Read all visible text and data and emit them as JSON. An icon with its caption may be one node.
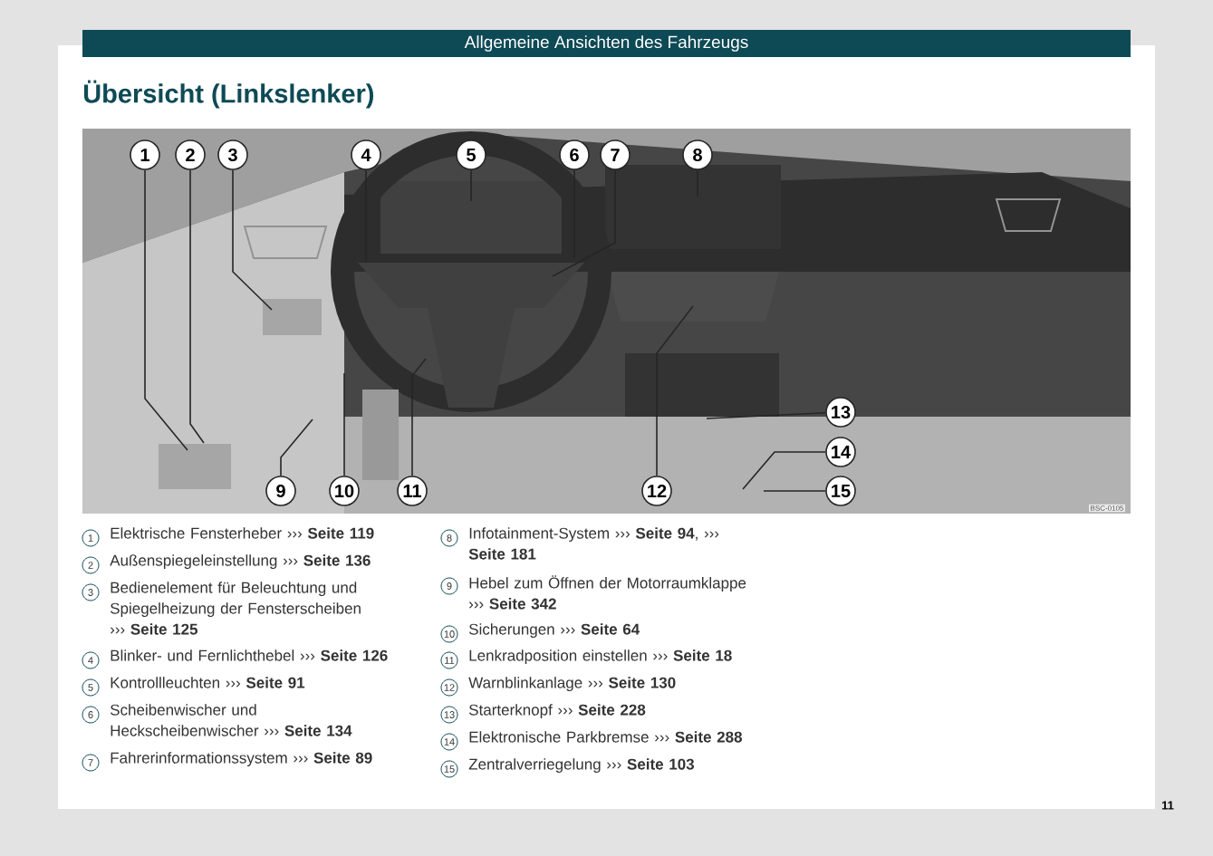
{
  "diagram": {
    "title": "Übersicht (Linkslenker)",
    "nodes": [
      {
        "text": [
          "1"
        ]
      },
      {
        "text": [
          "2"
        ]
      },
      {
        "text": [
          "3"
        ]
      },
      {
        "text": [
          "4"
        ]
      },
      {
        "text": [
          "5"
        ]
      },
      {
        "text": [
          "6"
        ]
      },
      {
        "text": [
          "7"
        ]
      },
      {
        "text": [
          "8"
        ]
      },
      {
        "text": [
          "9"
        ]
      },
      {
        "text": [
          "10"
        ]
      },
      {
        "text": [
          "11"
        ]
      },
      {
        "text": [
          "12"
        ]
      },
      {
        "text": [
          "13"
        ]
      },
      {
        "text": [
          "14"
        ]
      },
      {
        "text": [
          "15"
        ]
      }
    ],
    "edges": [
      {
        "from": 0,
        "to": null,
        "arrow": "none"
      },
      {
        "from": 1,
        "to": null,
        "arrow": "none"
      },
      {
        "from": 2,
        "to": null,
        "arrow": "none"
      },
      {
        "from": 3,
        "to": null,
        "arrow": "none"
      },
      {
        "from": 4,
        "to": null,
        "arrow": "none"
      },
      {
        "from": 5,
        "to": null,
        "arrow": "none"
      },
      {
        "from": 6,
        "to": null,
        "arrow": "none"
      },
      {
        "from": 7,
        "to": null,
        "arrow": "none"
      },
      {
        "from": 8,
        "to": null,
        "arrow": "none"
      },
      {
        "from": 9,
        "to": null,
        "arrow": "none"
      },
      {
        "from": 10,
        "to": null,
        "arrow": "none"
      },
      {
        "from": 11,
        "to": null,
        "arrow": "none"
      },
      {
        "from": 12,
        "to": null,
        "arrow": "none"
      },
      {
        "from": 13,
        "to": null,
        "arrow": "none"
      },
      {
        "from": 14,
        "to": null,
        "arrow": "none"
      }
    ],
    "labels": [
      "Allgemeine Ansichten des Fahrzeugs",
      "1",
      "Elektrische Fensterheber ››› **Seite 119**",
      "2",
      "Außenspiegeleinstellung ››› **Seite 136**",
      "3",
      "Bedienelement für Beleuchtung und Spiegelheizung der Fensterscheiben ››› **Seite 125**",
      "4",
      "Blinker- und Fernlichthebel ››› **Seite 126**",
      "5",
      "Kontrollleuchten ››› **Seite 91**",
      "6",
      "Scheibenwischer und Heckscheibenwischer ››› **Seite 134**",
      "7",
      "Fahrerinformationssystem ››› **Seite 89**",
      "8",
      "Infotainment-System ››› **Seite 94**, ››› **Seite 181**",
      "9",
      "Hebel zum Öffnen der Motorraumklappe ››› **Seite 342**",
      "10",
      "Sicherungen ››› **Seite 64**",
      "11",
      "Lenkradposition einstellen ››› **Seite 18**",
      "12",
      "Warnblinkanlage ››› **Seite 130**",
      "13",
      "Starterknopf ››› **Seite 228**",
      "14",
      "Elektronische Parkbremse ››› **Seite 288**",
      "15",
      "Zentralverriegelung ››› **Seite 103**",
      "BSC-0105",
      "11"
    ]
  }
}
